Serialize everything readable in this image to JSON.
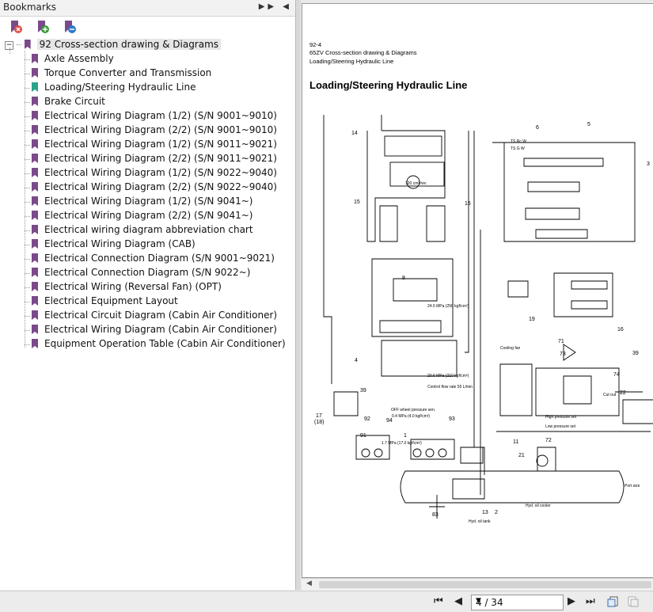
{
  "bookmarks_panel": {
    "title": "Bookmarks",
    "root_item": "92 Cross-section drawing & Diagrams",
    "items": [
      {
        "label": "Axle Assembly",
        "icon": "bookmark-icon"
      },
      {
        "label": "Torque Converter and Transmission",
        "icon": "bookmark-icon"
      },
      {
        "label": "Loading/Steering Hydraulic Line",
        "icon": "bookmark-icon-active"
      },
      {
        "label": "Brake Circuit",
        "icon": "bookmark-icon"
      },
      {
        "label": "Electrical Wiring Diagram (1/2) (S/N 9001~9010)",
        "icon": "bookmark-icon"
      },
      {
        "label": "Electrical Wiring Diagram (2/2) (S/N 9001~9010)",
        "icon": "bookmark-icon"
      },
      {
        "label": "Electrical Wiring Diagram (1/2) (S/N 9011~9021)",
        "icon": "bookmark-icon"
      },
      {
        "label": "Electrical Wiring Diagram (2/2) (S/N 9011~9021)",
        "icon": "bookmark-icon"
      },
      {
        "label": "Electrical Wiring Diagram (1/2) (S/N 9022~9040)",
        "icon": "bookmark-icon"
      },
      {
        "label": "Electrical Wiring Diagram (2/2) (S/N 9022~9040)",
        "icon": "bookmark-icon"
      },
      {
        "label": "Electrical Wiring Diagram (1/2) (S/N 9041~)",
        "icon": "bookmark-icon"
      },
      {
        "label": "Electrical Wiring Diagram (2/2) (S/N 9041~)",
        "icon": "bookmark-icon"
      },
      {
        "label": "Electrical wiring diagram abbreviation chart",
        "icon": "bookmark-icon"
      },
      {
        "label": "Electrical Wiring Diagram (CAB)",
        "icon": "bookmark-icon"
      },
      {
        "label": "Electrical Connection Diagram (S/N 9001~9021)",
        "icon": "bookmark-icon"
      },
      {
        "label": "Electrical Connection Diagram (S/N 9022~)",
        "icon": "bookmark-icon"
      },
      {
        "label": "Electrical Wiring (Reversal Fan) (OPT)",
        "icon": "bookmark-icon"
      },
      {
        "label": "Electrical Equipment Layout",
        "icon": "bookmark-icon"
      },
      {
        "label": "Electrical Circuit Diagram (Cabin Air Conditioner)",
        "icon": "bookmark-icon"
      },
      {
        "label": "Electrical Wiring Diagram (Cabin Air Conditioner)",
        "icon": "bookmark-icon"
      },
      {
        "label": "Equipment Operation Table (Cabin Air Conditioner)",
        "icon": "bookmark-icon"
      }
    ]
  },
  "document": {
    "page_ref": "92-4",
    "model_line": "65ZV Cross-section drawing & Diagrams",
    "section_line": "Loading/Steering Hydraulic Line",
    "heading": "Loading/Steering Hydraulic Line",
    "callouts": [
      "14",
      "15",
      "15",
      "6",
      "5",
      "3",
      "8",
      "19",
      "71",
      "73",
      "74",
      "39",
      "16",
      "4",
      "39",
      "17",
      "(18)",
      "92",
      "94",
      "93",
      "91",
      "1",
      "11",
      "21",
      "72",
      "22",
      "83",
      "13",
      "2"
    ],
    "labels": {
      "ts_rc": "TS Rc W",
      "ts_g": "TS G W",
      "pump": "120 cm³/rev",
      "relief1": "24.5 MPa (250 kgf/cm²)",
      "relief2": "20.6 MPa (210 kgf/cm²)",
      "control_flow": "Control flow rate 55 L/min",
      "cooling_fan": "Cooling fan",
      "off_wheel": "OFF wheel pressure sen.",
      "hyd_tank": "Hyd. oil tank",
      "hyd_cooler": "Hyd. oil cooler",
      "cut_out": "Cut out",
      "high_pressure": "High pressure set",
      "low_pressure": "Low pressure set",
      "mpa_17": "1.7 MPa (17.0 kgf/cm²)",
      "mpa_04": "0.4 MPa (4.0 kgf/cm²)",
      "port_size": "Port size"
    }
  },
  "bottom_bar": {
    "page_field": "4 / 34"
  },
  "colors": {
    "panel_bg": "#ffffff",
    "bookmark": "#7a4a8a",
    "bookmark_active": "#2aa38c",
    "toolbar_bg": "#ececec"
  }
}
